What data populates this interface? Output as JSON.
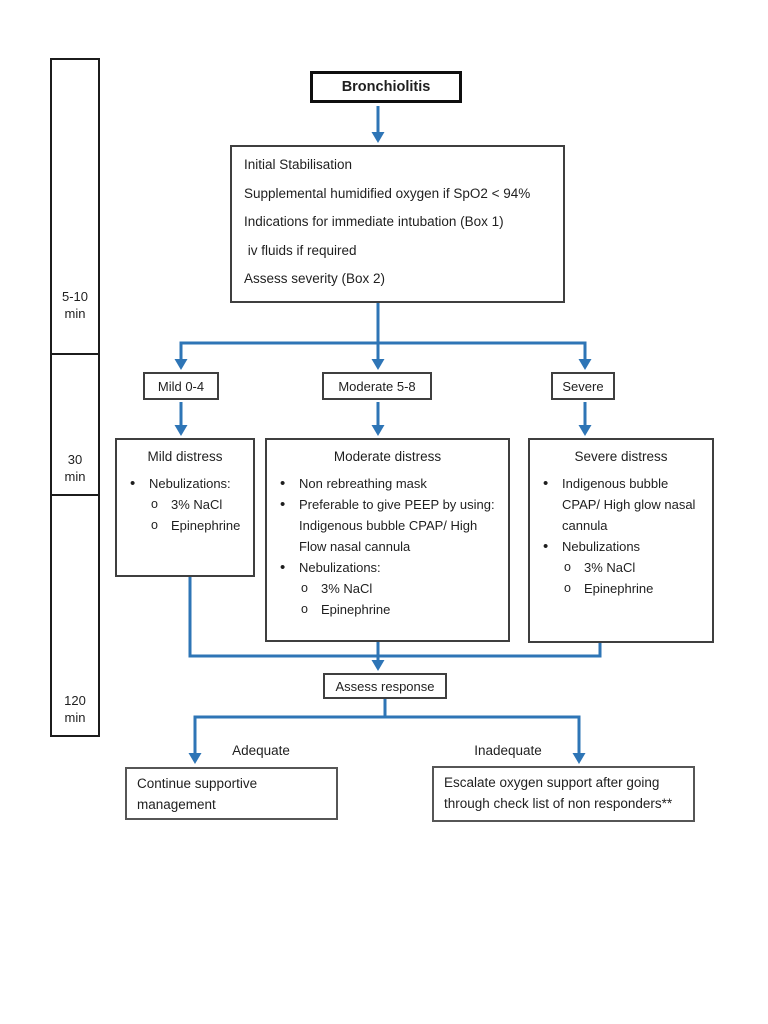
{
  "colors": {
    "arrow": "#2E75B6",
    "border": "#3f3f3f",
    "heavy": "#0f0f0f",
    "text": "#1f1f1f"
  },
  "timeline": {
    "segments": [
      {
        "label": "5-10 min"
      },
      {
        "label": "30 min"
      },
      {
        "label": "120 min"
      }
    ]
  },
  "flow": {
    "root_label": "Bronchiolitis",
    "initial": {
      "lines": [
        "Initial Stabilisation",
        "Supplemental humidified oxygen if SpO2 < 94%",
        "Indications for immediate intubation (Box 1)",
        " iv fluids if required",
        "Assess severity (Box 2)"
      ]
    },
    "severity": [
      {
        "label": "Mild 0-4"
      },
      {
        "label": "Moderate 5-8"
      },
      {
        "label": "Severe"
      }
    ],
    "treatment": [
      {
        "title": "Mild distress",
        "bullets": [
          {
            "text": "Nebulizations:",
            "sub": [
              "3% NaCl",
              "Epinephrine"
            ]
          }
        ]
      },
      {
        "title": "Moderate distress",
        "bullets": [
          {
            "text": "Non rebreathing mask"
          },
          {
            "text": "Preferable to give PEEP by using: Indigenous bubble CPAP/ High Flow nasal cannula"
          },
          {
            "text": "Nebulizations:",
            "sub": [
              "3% NaCl",
              "Epinephrine"
            ]
          }
        ]
      },
      {
        "title": "Severe distress",
        "bullets": [
          {
            "text": "Indigenous bubble CPAP/ High glow nasal cannula"
          },
          {
            "text": "Nebulizations",
            "sub": [
              "3% NaCl",
              "Epinephrine"
            ]
          }
        ]
      }
    ],
    "assess_label": "Assess response",
    "outcomes": {
      "adequate_label": "Adequate",
      "inadequate_label": "Inadequate",
      "adequate_text": "Continue supportive management",
      "inadequate_text": "Escalate oxygen support after going through check list of non responders**"
    }
  }
}
